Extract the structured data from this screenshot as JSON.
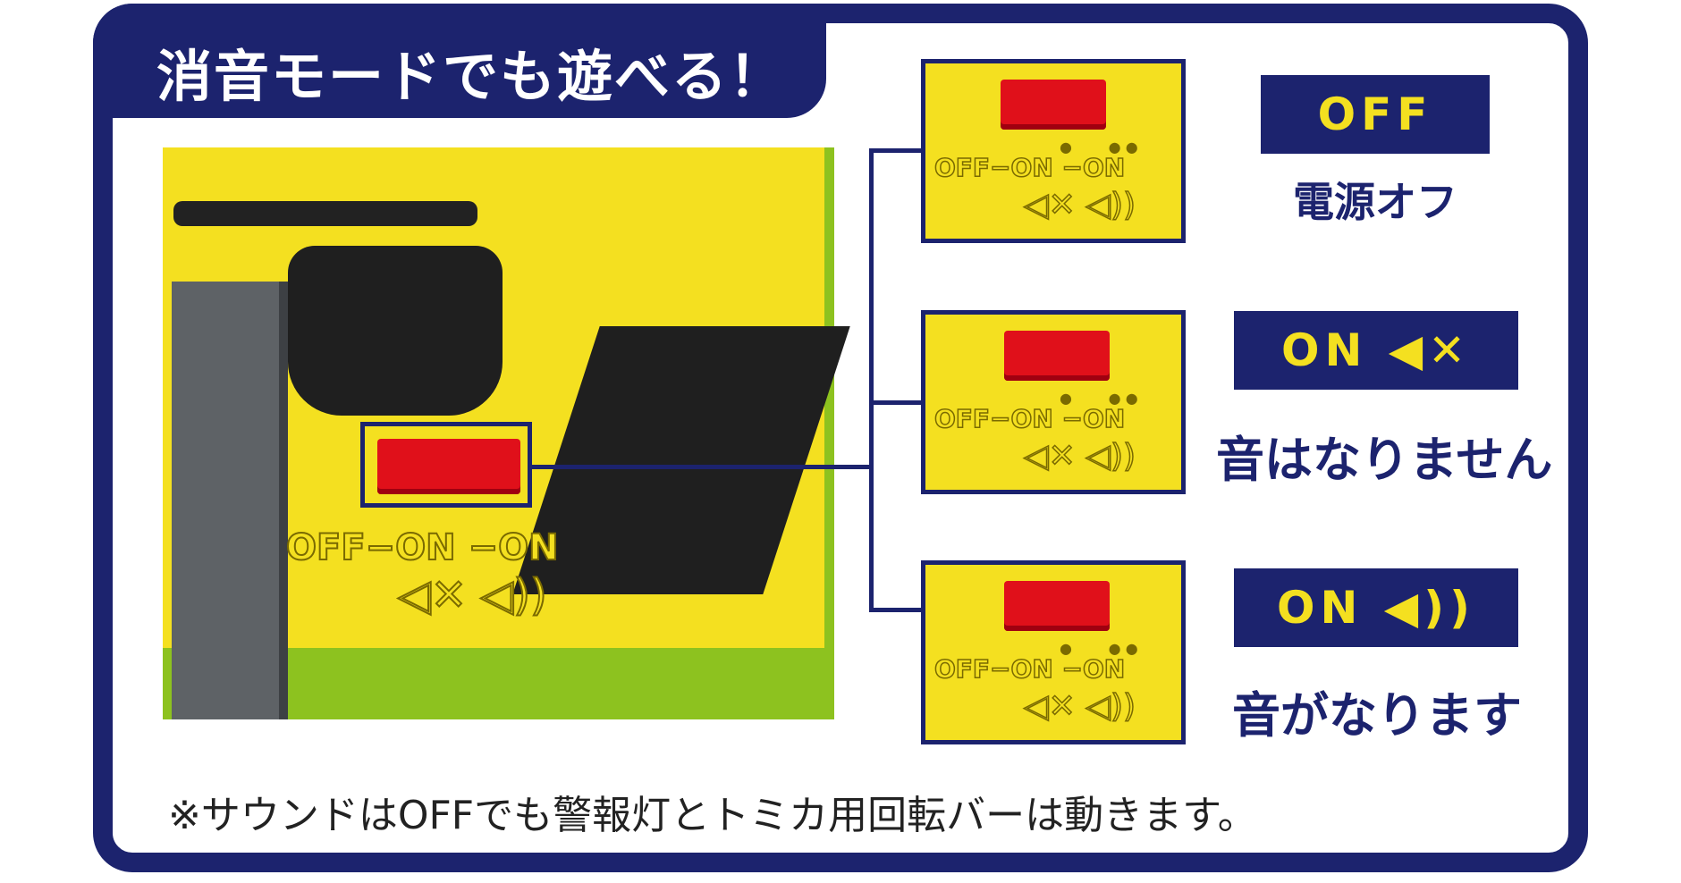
{
  "title": "消音モードでも遊べる！",
  "main_switch": {
    "labels": "OFF−ON −ON",
    "icons": "◁✕ ◁))"
  },
  "modes": [
    {
      "badge": "OFF",
      "description": "電源オフ",
      "switch_labels": "OFF−ON −ON",
      "switch_icons": "◁✕ ◁))"
    },
    {
      "badge": "ON ◀✕",
      "description": "音はなりません",
      "switch_labels": "OFF−ON −ON",
      "switch_icons": "◁✕ ◁))"
    },
    {
      "badge": "ON ◀))",
      "description": "音がなります",
      "switch_labels": "OFF−ON −ON",
      "switch_icons": "◁✕ ◁))"
    }
  ],
  "note": "※サウンドはOFFでも警報灯とトミカ用回転バーは動きます。",
  "colors": {
    "navy": "#1c236e",
    "yellow": "#f4e020",
    "green": "#8dc21f",
    "red": "#e0101a"
  }
}
